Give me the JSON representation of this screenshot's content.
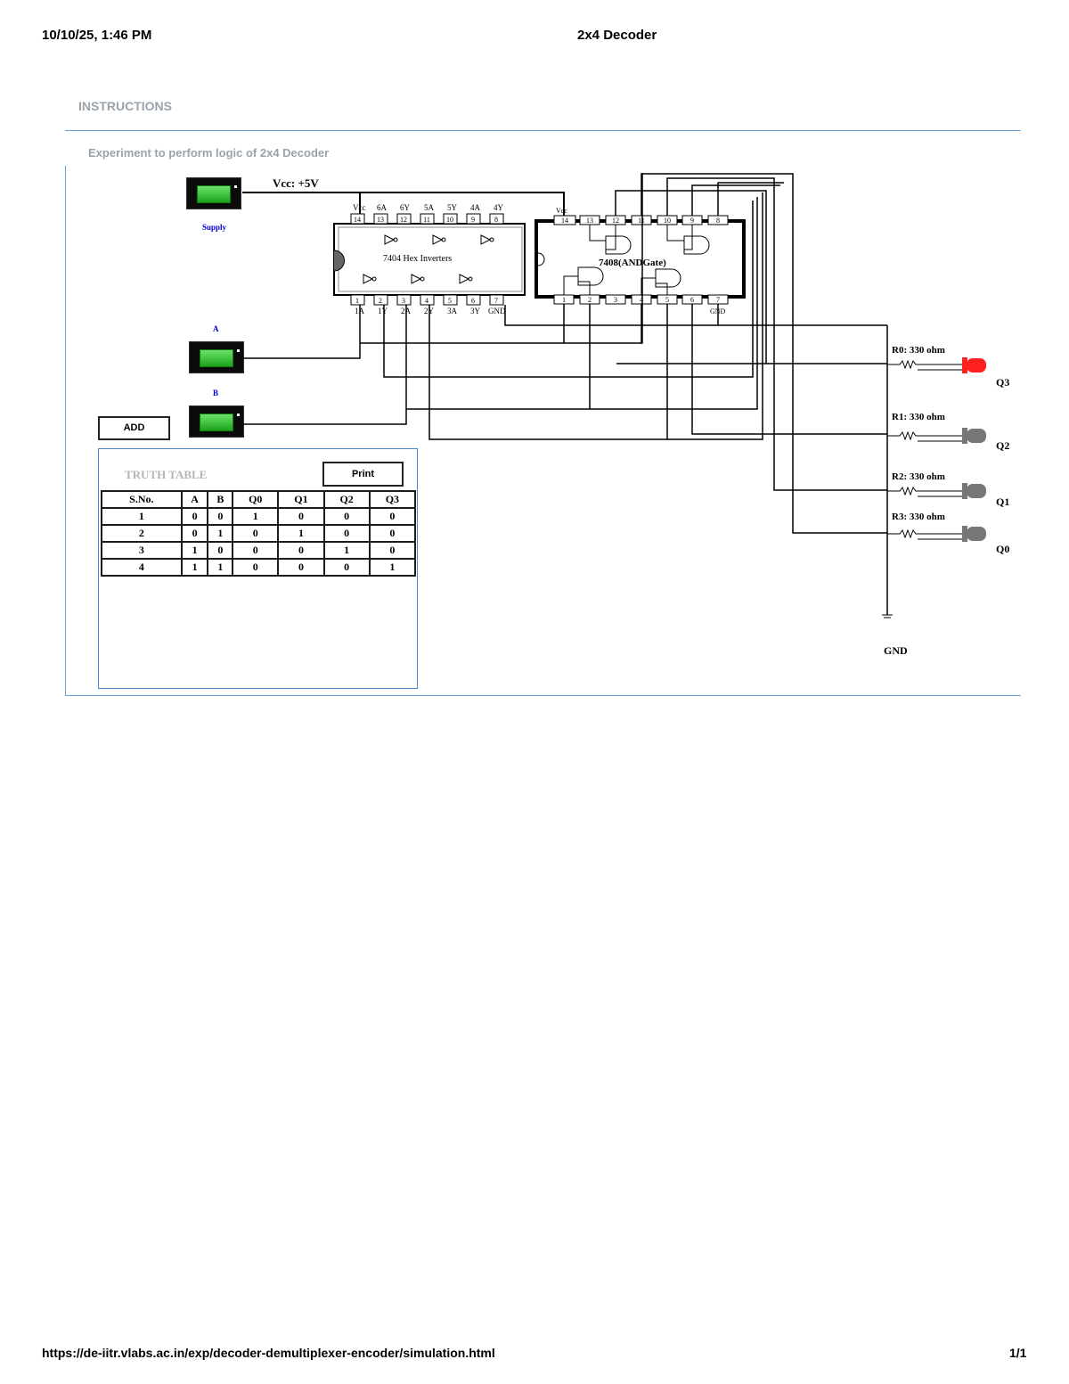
{
  "header": {
    "datetime": "10/10/25, 1:46 PM",
    "page_title": "2x4 Decoder"
  },
  "footer": {
    "url": "https://de-iitr.vlabs.ac.in/exp/decoder-demultiplexer-encoder/simulation.html",
    "page_number": "1/1"
  },
  "instructions_label": "INSTRUCTIONS",
  "experiment_title": "Experiment to perform logic of 2x4 Decoder",
  "switches": {
    "supply_label": "Supply",
    "a_label": "A",
    "b_label": "B"
  },
  "buttons": {
    "add": "ADD",
    "print": "Print"
  },
  "truth_table": {
    "title": "TRUTH TABLE",
    "headers": [
      "S.No.",
      "A",
      "B",
      "Q0",
      "Q1",
      "Q2",
      "Q3"
    ],
    "rows": [
      [
        "1",
        "0",
        "0",
        "1",
        "0",
        "0",
        "0"
      ],
      [
        "2",
        "0",
        "1",
        "0",
        "1",
        "0",
        "0"
      ],
      [
        "3",
        "1",
        "0",
        "0",
        "0",
        "1",
        "0"
      ],
      [
        "4",
        "1",
        "1",
        "0",
        "0",
        "0",
        "1"
      ]
    ]
  },
  "circuit": {
    "vcc_label": "Vcc: +5V",
    "ic_7404": {
      "name": "7404 Hex Inverters",
      "top_pins": [
        "Vcc",
        "6A",
        "6Y",
        "5A",
        "5Y",
        "4A",
        "4Y"
      ],
      "top_numbers": [
        "14",
        "13",
        "12",
        "11",
        "10",
        "9",
        "8"
      ],
      "bottom_pins": [
        "1A",
        "1Y",
        "2A",
        "2Y",
        "3A",
        "3Y",
        "GND"
      ],
      "bottom_numbers": [
        "1",
        "2",
        "3",
        "4",
        "5",
        "6",
        "7"
      ]
    },
    "ic_7408": {
      "name": "7408(ANDGate)",
      "top_numbers": [
        "14",
        "13",
        "12",
        "11",
        "10",
        "9",
        "8"
      ],
      "bottom_numbers": [
        "1",
        "2",
        "3",
        "4",
        "5",
        "6",
        "7"
      ],
      "vcc_label": "Vcc",
      "gnd_label": "GND"
    },
    "resistors": [
      "R0: 330 ohm",
      "R1: 330 ohm",
      "R2: 330 ohm",
      "R3: 330 ohm"
    ],
    "outputs": [
      "Q3",
      "Q2",
      "Q1",
      "Q0"
    ],
    "led_states": [
      true,
      false,
      false,
      false
    ],
    "colors": {
      "led_on": "#ff2020",
      "led_off": "#777777"
    },
    "gnd_label": "GND"
  }
}
